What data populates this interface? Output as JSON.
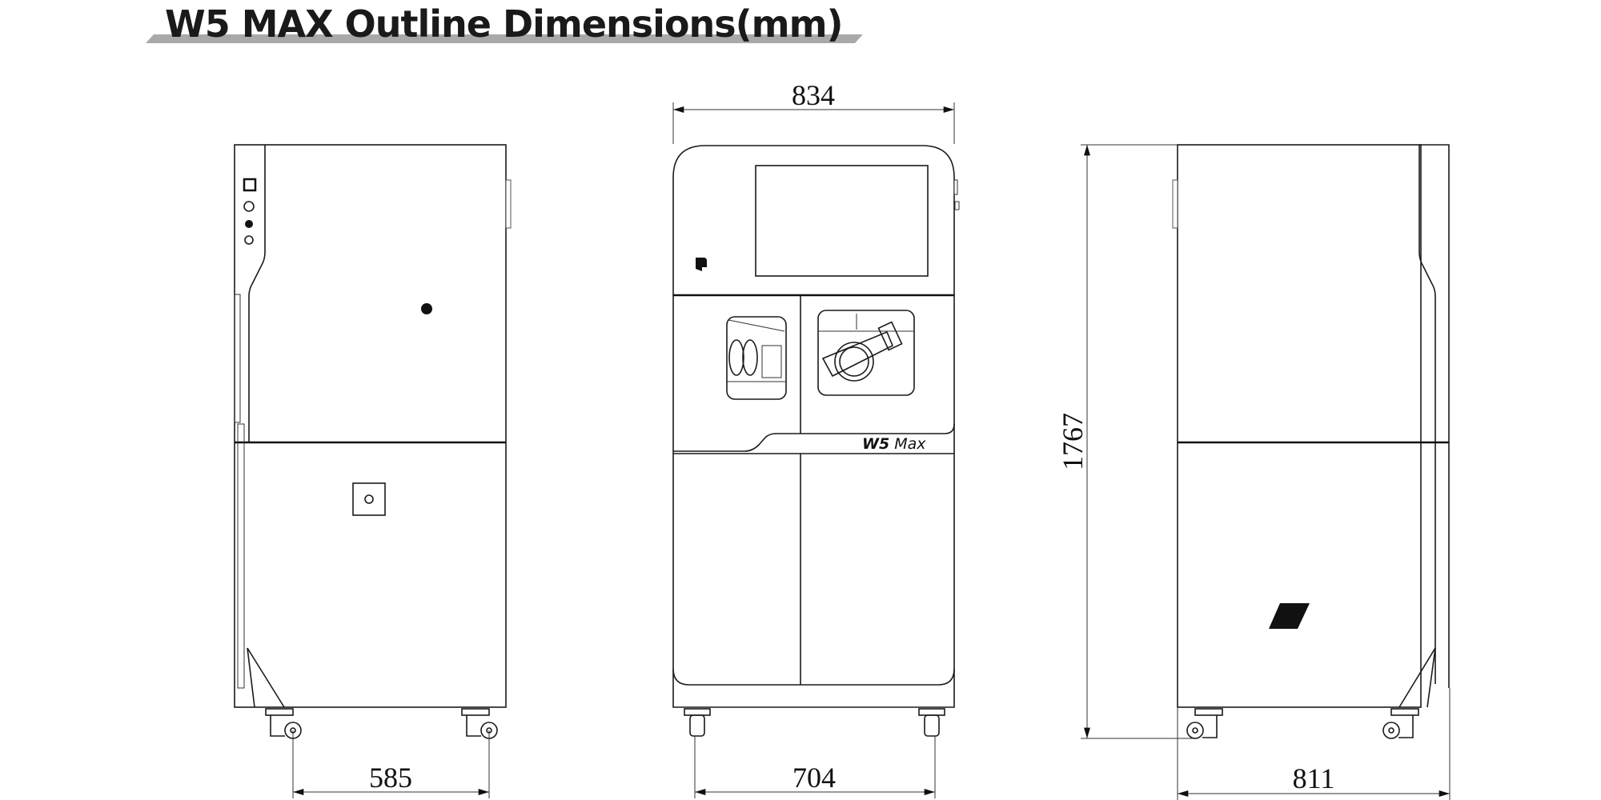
{
  "title": "W5 MAX Outline Dimensions(mm)",
  "front_view": {
    "brand_label_bold": "W5",
    "brand_label_light": "Max",
    "width_dim": "834",
    "wheelbase_dim": "704"
  },
  "side_view_left": {
    "wheelbase_dim": "585"
  },
  "side_view_right": {
    "height_dim": "1767",
    "depth_dim": "811"
  },
  "colors": {
    "title_bar": "#a9a9a9",
    "line": "#1a1a1a"
  }
}
